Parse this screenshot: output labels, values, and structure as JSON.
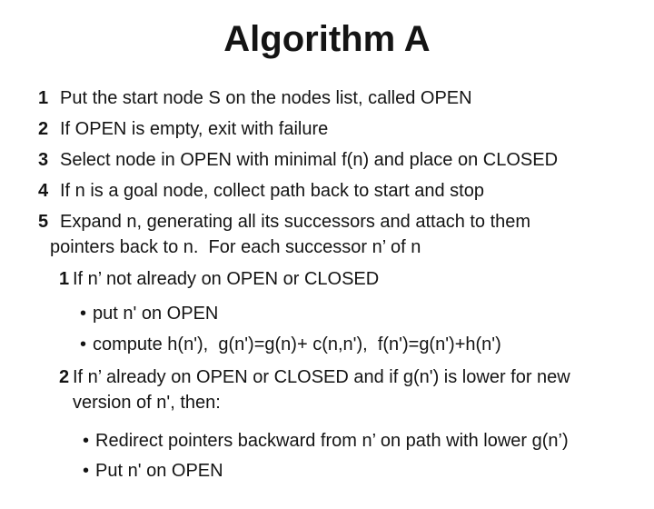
{
  "slide": {
    "title": "Algorithm A",
    "colors": {
      "background": "#ffffff",
      "text": "#141414"
    },
    "bullet_glyph": "•",
    "lines": [
      {
        "num": "1",
        "text": "Put the start node S on the nodes list, called OPEN"
      },
      {
        "num": "2",
        "text": "If OPEN is empty, exit with failure"
      },
      {
        "num": "3",
        "text": "Select node in OPEN with minimal f(n) and place on CLOSED"
      },
      {
        "num": "4",
        "text": "If n is a goal node, collect path back to start and stop"
      },
      {
        "num": "5",
        "text": "Expand n, generating all its successors and attach to them"
      },
      {
        "text": "pointers back to n.  For each successor n’ of n"
      },
      {
        "num": "1",
        "text": "If n’ not already on OPEN or CLOSED"
      },
      {
        "text": "put n' on OPEN"
      },
      {
        "text": "compute h(n'),  g(n')=g(n)+ c(n,n'),  f(n')=g(n')+h(n')"
      },
      {
        "num": "2",
        "text": "If n’ already on OPEN or CLOSED and if g(n') is lower for new"
      },
      {
        "text": "version of n', then:"
      },
      {
        "text": "Redirect pointers backward from n’ on path with lower g(n’)"
      },
      {
        "text": "Put n' on OPEN"
      }
    ]
  }
}
